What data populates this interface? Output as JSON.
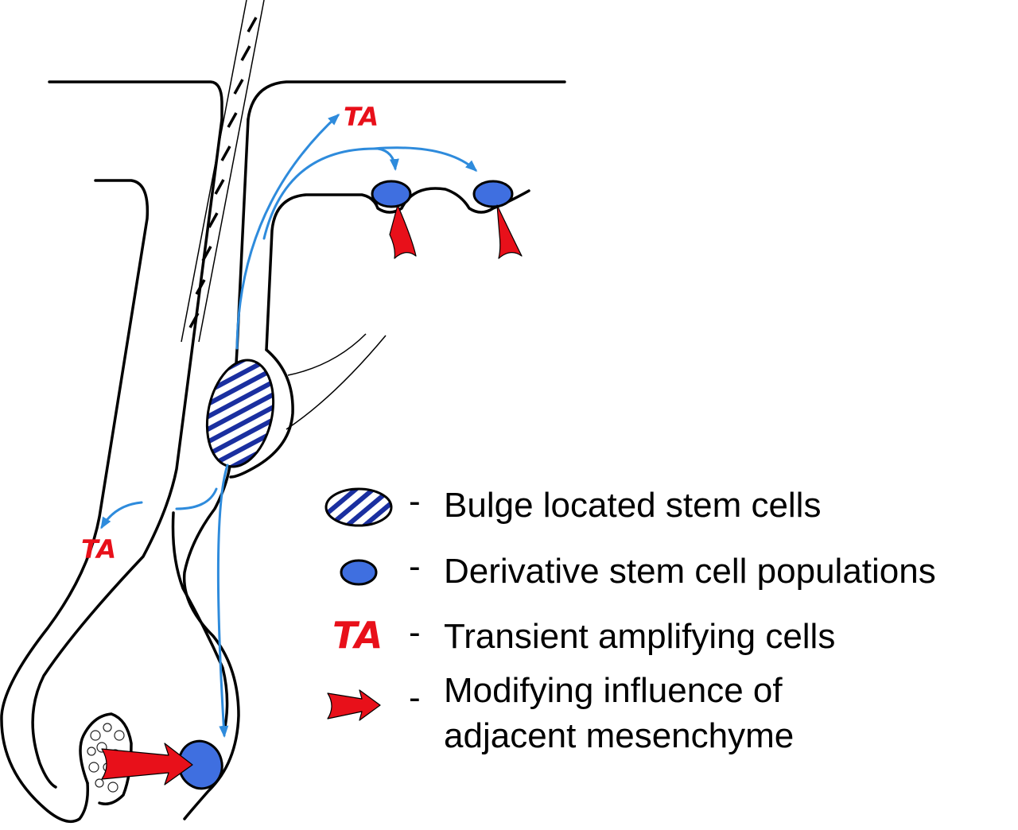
{
  "labels": {
    "ta_top": "TA",
    "ta_left": "TA"
  },
  "legend": [
    {
      "icon": "hatched-ellipse-icon",
      "dash": "-",
      "text": "Bulge located stem cells"
    },
    {
      "icon": "blue-ellipse-icon",
      "dash": "-",
      "text": "Derivative stem cell populations"
    },
    {
      "icon": "ta-icon",
      "icon_text": "TA",
      "dash": "-",
      "text": "Transient amplifying cells"
    },
    {
      "icon": "red-arrow-icon",
      "dash": "-",
      "text_lines": [
        "Modifying influence of",
        "adjacent mesenchyme"
      ]
    }
  ],
  "colors": {
    "stem_cell_blue": "#3f6fe0",
    "hatch_blue": "#1a2fa0",
    "flow_arrow": "#2e8bdc",
    "influence_red": "#e8101a",
    "outline": "#000000"
  }
}
